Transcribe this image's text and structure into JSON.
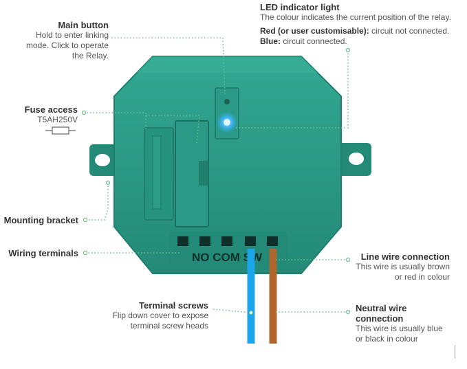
{
  "callouts": {
    "main_button": {
      "title": "Main button",
      "lines": [
        "Hold to enter linking",
        "mode. Click to operate",
        "the Relay."
      ]
    },
    "led": {
      "title": "LED indicator light",
      "desc": "The colour indicates the current position of the relay.",
      "red_label": "Red (or user customisable):",
      "red_text": " circuit not connected.",
      "blue_label": "Blue:",
      "blue_text": " circuit connected."
    },
    "fuse": {
      "title": "Fuse access",
      "rating": "T5AH250V"
    },
    "mounting": {
      "title": "Mounting bracket"
    },
    "wiring": {
      "title": "Wiring terminals"
    },
    "line_wire": {
      "title": "Line wire connection",
      "lines": [
        "This wire is usually brown",
        "or red in colour"
      ]
    },
    "terminal_screws": {
      "title": "Terminal screws",
      "lines": [
        "Flip down cover to expose",
        "terminal screw heads"
      ]
    },
    "neutral_wire": {
      "title_lines": [
        "Neutral wire",
        "connection"
      ],
      "lines": [
        "This wire is usually blue",
        "or black in colour"
      ]
    }
  },
  "device": {
    "terminal_labels": "NO COM SW"
  },
  "colors": {
    "body": "#2a9a86",
    "body_dark": "#1f7e6c",
    "leader": "#5fb88a",
    "led": "#2aa8ff",
    "wire_blue": "#1aa6e8",
    "wire_brown": "#b0652c"
  }
}
